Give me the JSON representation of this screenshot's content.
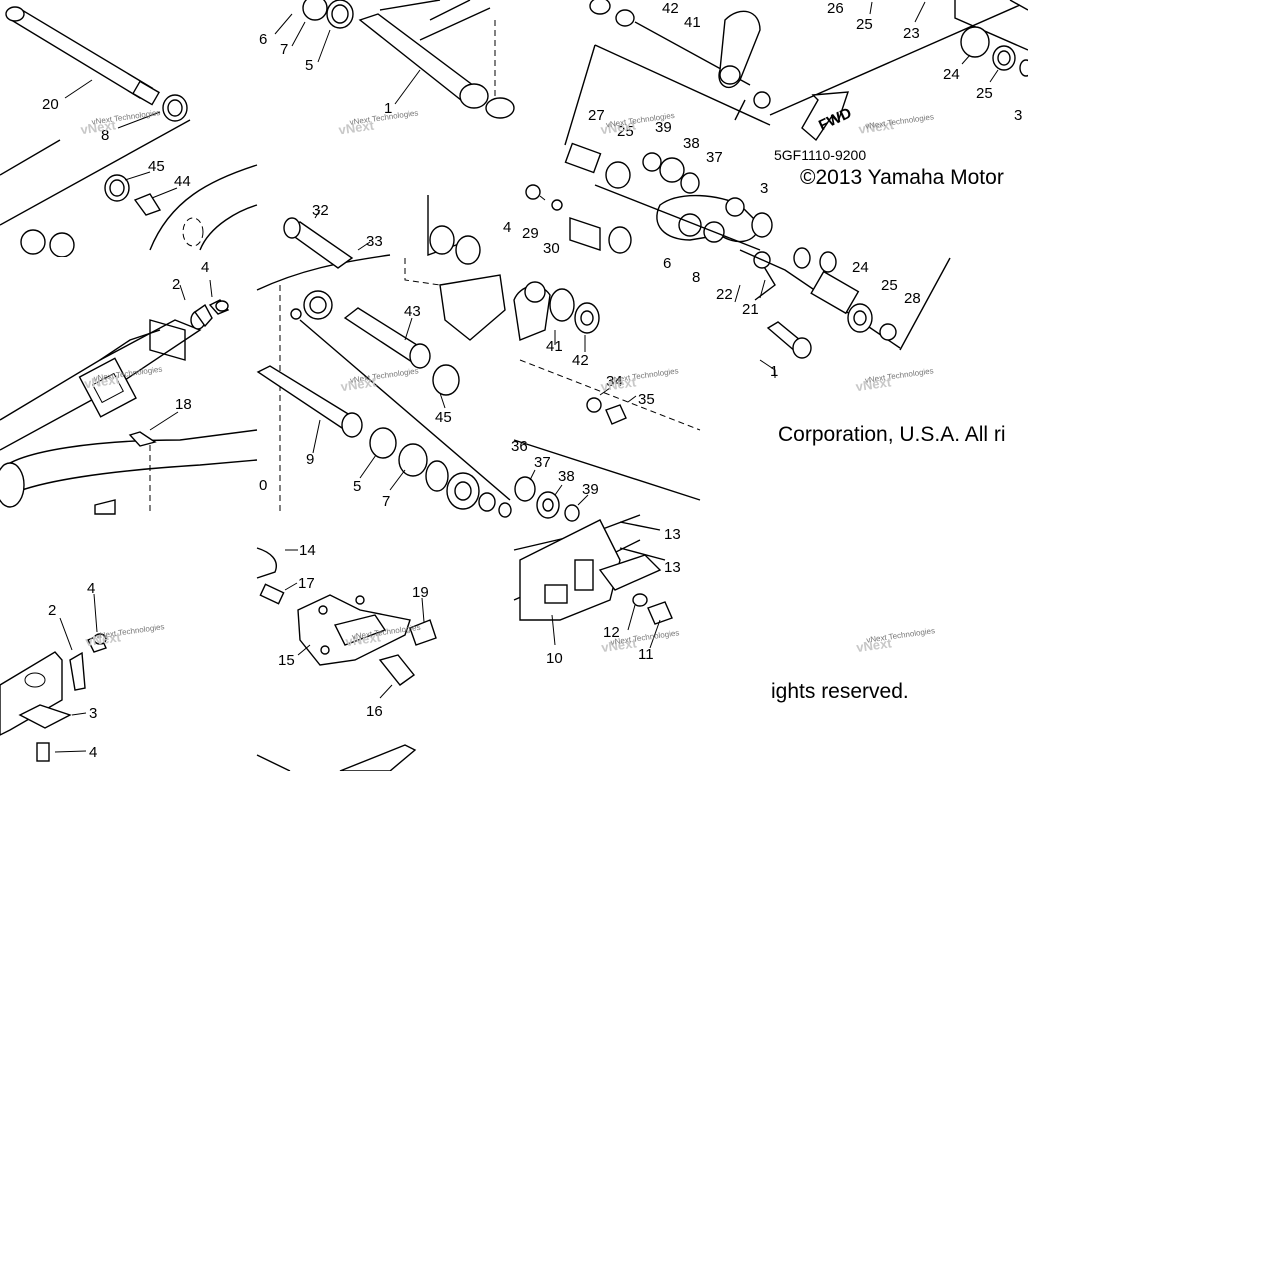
{
  "part_code": "5GF1110-9200",
  "copyright_part1": "©2013 Yamaha Motor",
  "copyright_part2": "Corporation, U.S.A. All ri",
  "copyright_part3": "ights reserved.",
  "fwd_label": "FWD",
  "watermark_text": "vNext Technologies",
  "tile1_labels": [
    "6",
    "7",
    "5",
    "20",
    "8",
    "45",
    "44",
    "1"
  ],
  "tile2_labels": [
    "42",
    "41",
    "26",
    "25",
    "23",
    "24",
    "25",
    "3"
  ],
  "tile3_labels": [
    "27",
    "25",
    "39",
    "38",
    "37",
    "29",
    "30",
    "6",
    "8",
    "22",
    "21",
    "24",
    "25",
    "28",
    "1",
    "3"
  ],
  "tile4_labels": [
    "2",
    "4",
    "18",
    "32",
    "33",
    "4",
    "43",
    "45",
    "41",
    "42",
    "9",
    "5",
    "7",
    "34",
    "35",
    "0"
  ],
  "tile5_labels": [
    "36",
    "37",
    "38",
    "39",
    "13",
    "13",
    "10",
    "12",
    "11"
  ],
  "tile6_labels": [
    "2",
    "4",
    "3",
    "4",
    "14",
    "17",
    "19",
    "15",
    "16"
  ]
}
